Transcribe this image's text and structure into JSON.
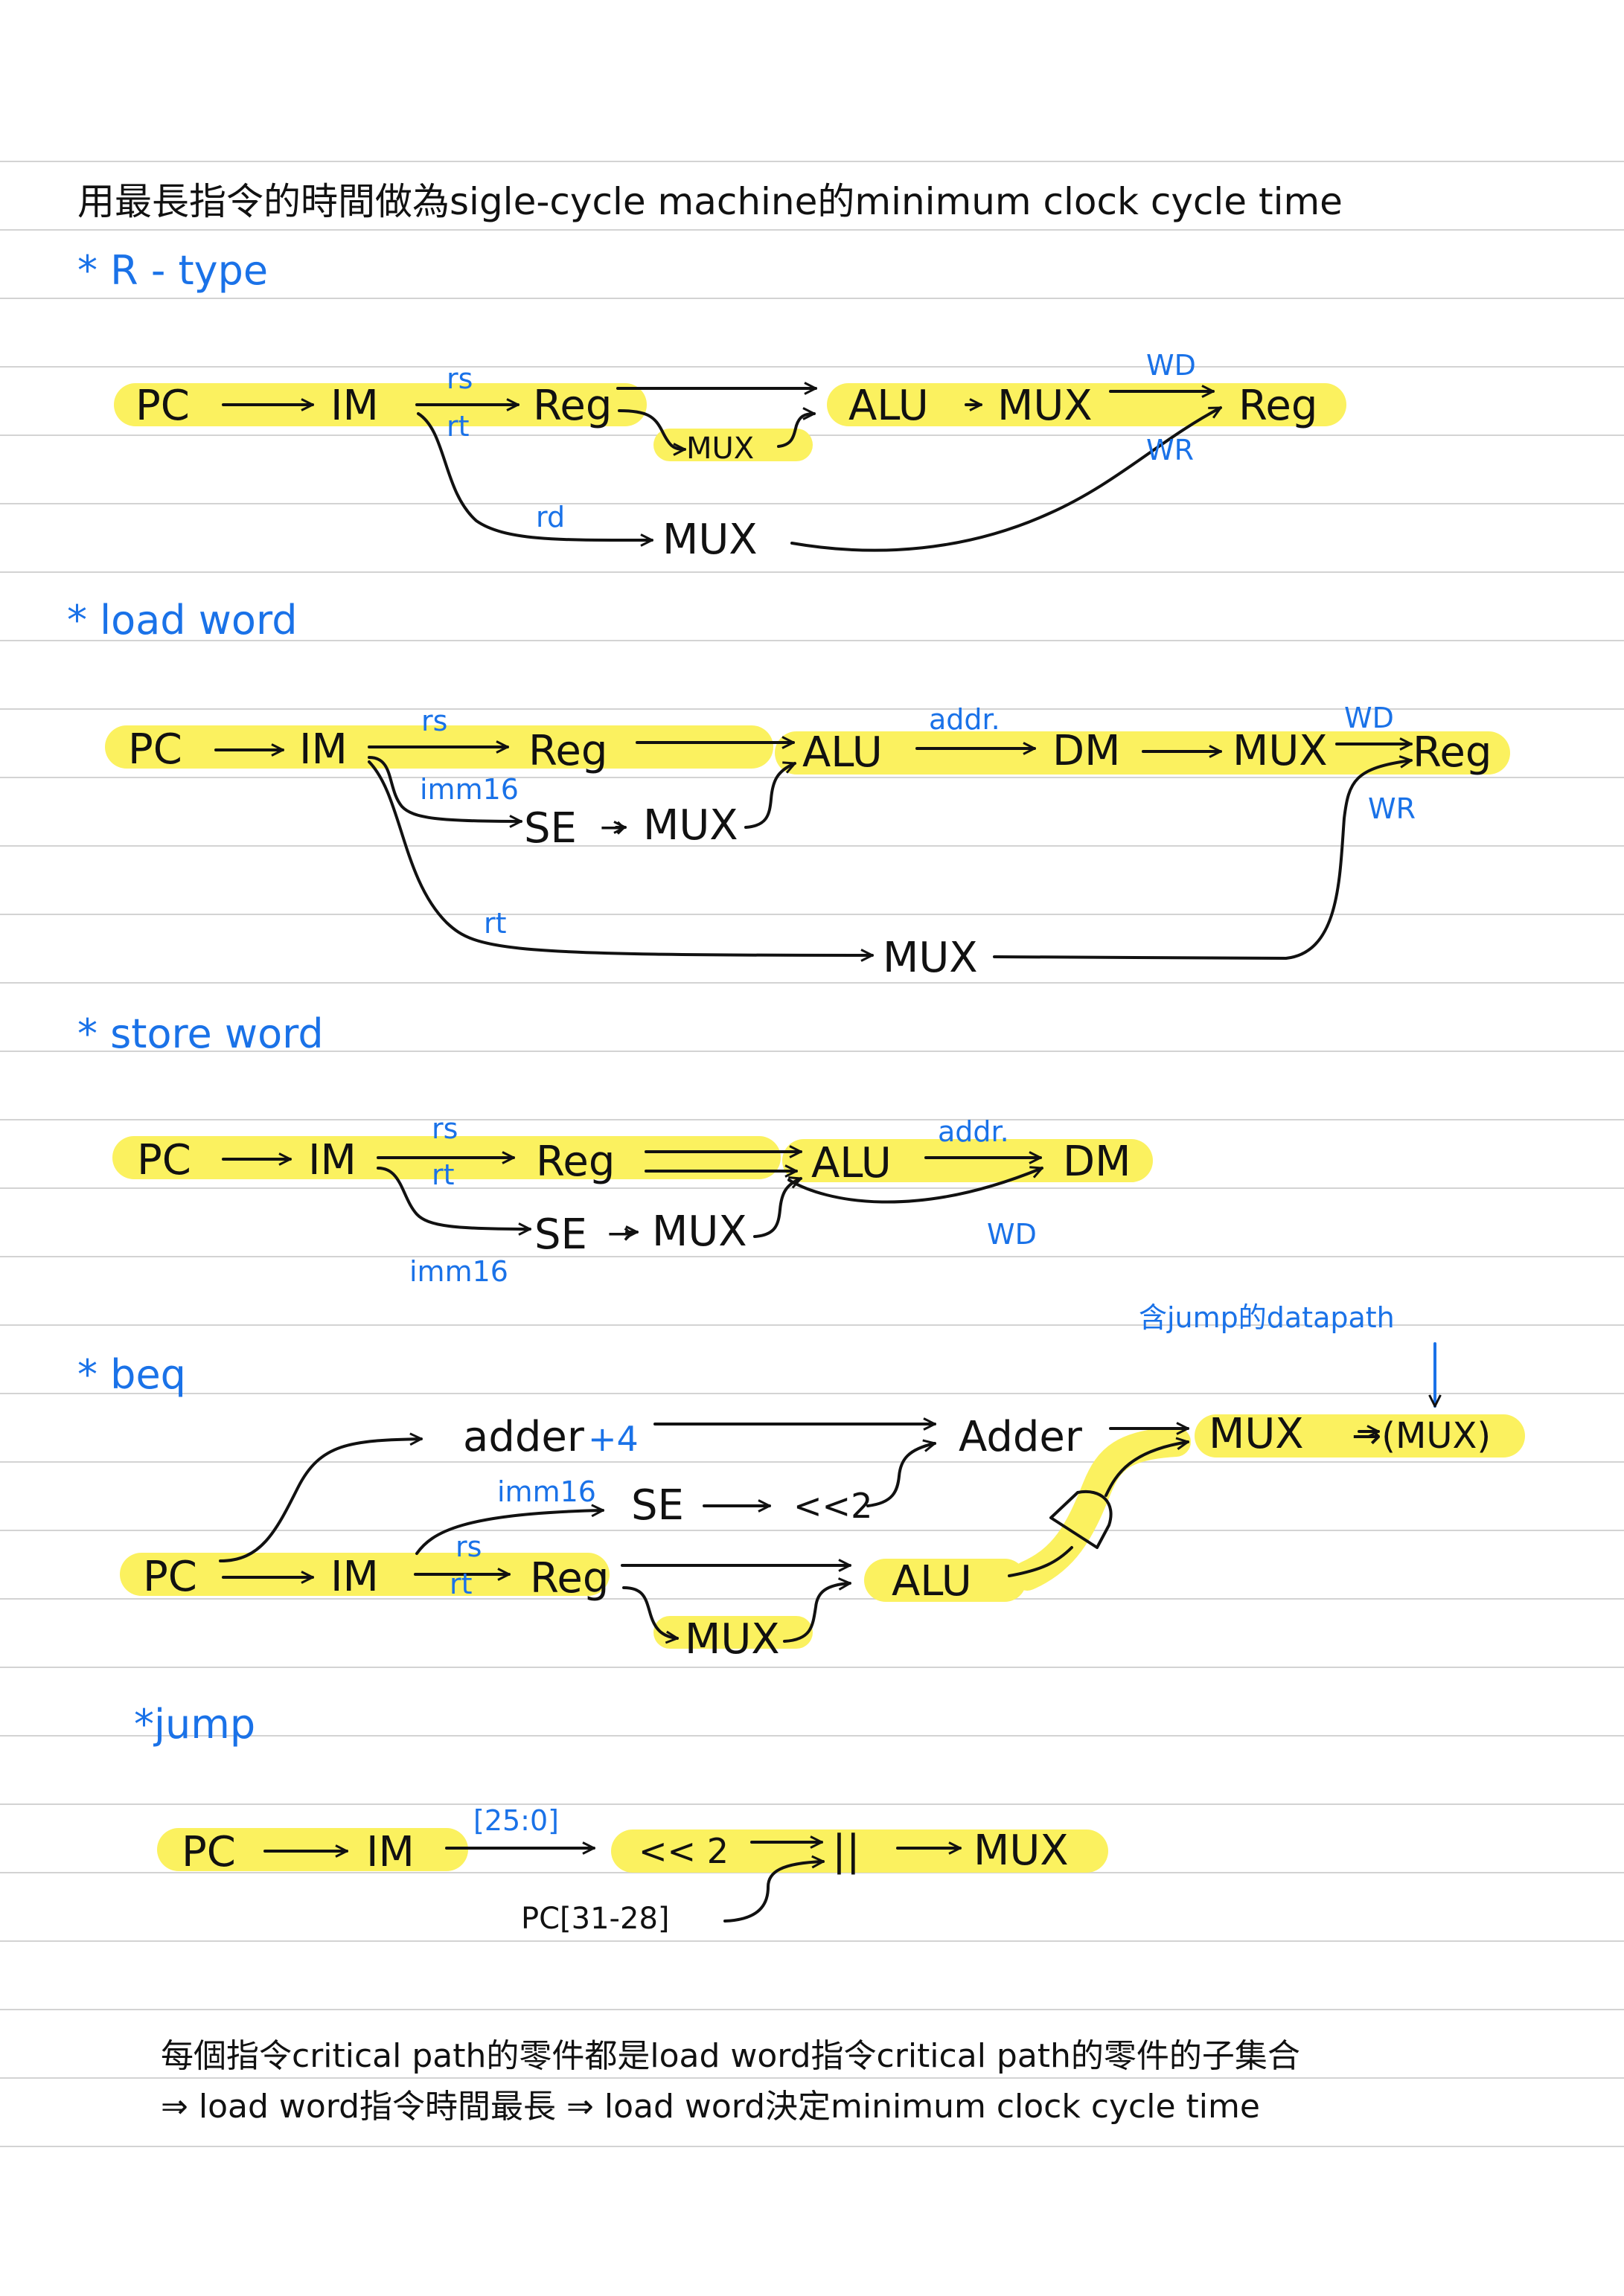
{
  "colors": {
    "ink": "#111111",
    "blue_pen": "#1a72e8",
    "highlighter": "#fbf15f",
    "rule_line": "#d3d3d3"
  },
  "intro": "用最長指令的時間做為sigle-cycle machine的minimum clock cycle time",
  "rtype": {
    "heading": "* R - type",
    "pc": "PC",
    "im": "IM",
    "reg_src": "Reg",
    "mux_alu": "MUX",
    "alu": "ALU",
    "mux_out": "MUX",
    "reg_dst": "Reg",
    "mux_dst": "MUX",
    "lbl_rs": "rs",
    "lbl_rt": "rt",
    "lbl_rd": "rd",
    "lbl_wd": "WD",
    "lbl_wr": "WR"
  },
  "lw": {
    "heading": "* load  word",
    "pc": "PC",
    "im": "IM",
    "reg_src": "Reg",
    "se": "SE",
    "mux_alu": "MUX",
    "alu": "ALU",
    "dm": "DM",
    "mux_out": "MUX",
    "reg_dst": "Reg",
    "mux_dst": "MUX",
    "lbl_rs": "rs",
    "lbl_imm": "imm16",
    "lbl_addr": "addr.",
    "lbl_wd": "WD",
    "lbl_wr": "WR",
    "lbl_rt": "rt"
  },
  "sw": {
    "heading": "* store  word",
    "pc": "PC",
    "im": "IM",
    "reg": "Reg",
    "alu": "ALU",
    "dm": "DM",
    "se": "SE",
    "mux": "MUX",
    "lbl_rs": "rs",
    "lbl_rt": "rt",
    "lbl_addr": "addr.",
    "lbl_wd": "WD",
    "lbl_imm": "imm16"
  },
  "beq": {
    "heading": "* beq",
    "note_jump": "含jump的datapath",
    "adder": "adder",
    "plus4": "+4",
    "adder2": "Adder",
    "mux": "MUX",
    "mux_next": "→(MUX)",
    "se": "SE",
    "shift": "<<2",
    "pc": "PC",
    "im": "IM",
    "reg": "Reg",
    "alu": "ALU",
    "mux_alu": "MUX",
    "lbl_imm": "imm16",
    "lbl_rs": "rs",
    "lbl_rt": "rt"
  },
  "jump": {
    "heading": "*jump",
    "pc": "PC",
    "im": "IM",
    "lbl_bits": "[25:0]",
    "shift": "<< 2",
    "concat": "||",
    "mux": "MUX",
    "pc_bits": "PC[31-28]"
  },
  "summary": {
    "line1": "每個指令critical path的零件都是load word指令critical path的零件的子集合",
    "line2": "⇒ load word指令時間最長 ⇒ load word決定minimum clock cycle time"
  }
}
